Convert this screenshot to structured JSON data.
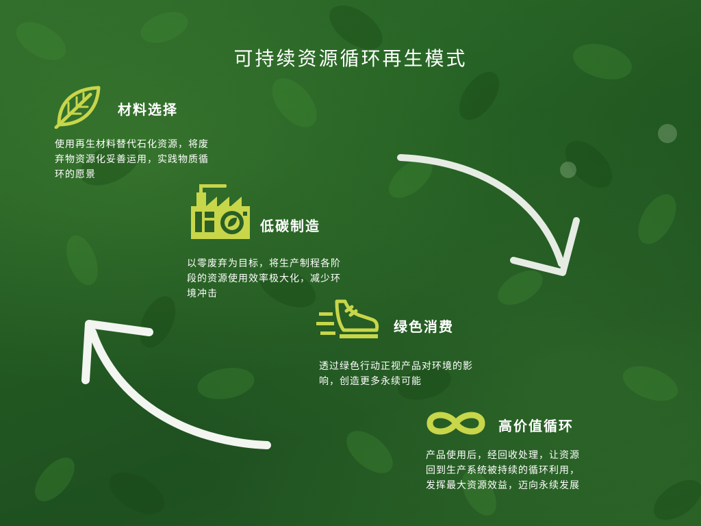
{
  "title": "可持续资源循环再生模式",
  "accent_color": "#c8d64a",
  "steps": [
    {
      "icon": "leaf-icon",
      "title": "材料选择",
      "lines": [
        "使用再生材料替代石化资源，将废",
        "弃物资源化妥善运用，实践物质循",
        "环的愿景"
      ]
    },
    {
      "icon": "factory-icon",
      "title": "低碳制造",
      "lines": [
        "以零废弃为目标，将生产制程各阶",
        "段的资源使用效率极大化，减少环",
        "境冲击"
      ]
    },
    {
      "icon": "shoe-icon",
      "title": "绿色消费",
      "lines": [
        "透过绿色行动正视产品对环境的影",
        "响，创造更多永续可能"
      ]
    },
    {
      "icon": "infinity-icon",
      "title": "高价值循环",
      "lines": [
        "产品使用后，经回收处理，让资源",
        "回到生产系统被持续的循环利用，",
        "发挥最大资源效益，迈向永续发展"
      ]
    }
  ]
}
